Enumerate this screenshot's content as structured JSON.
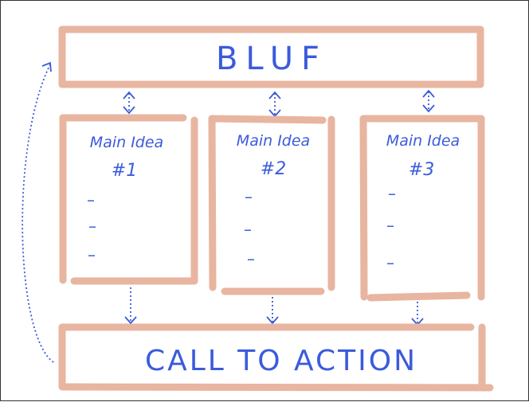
{
  "colors": {
    "box_stroke": "#e8b5a0",
    "ink": "#3b5bdb"
  },
  "header": {
    "title": "BLUF"
  },
  "columns": [
    {
      "label_line1": "Main Idea",
      "label_line2": "#1",
      "bullets": [
        "–",
        "–",
        "–"
      ]
    },
    {
      "label_line1": "Main Idea",
      "label_line2": "#2",
      "bullets": [
        "–",
        "–",
        "–"
      ]
    },
    {
      "label_line1": "Main Idea",
      "label_line2": "#3",
      "bullets": [
        "–",
        "–",
        "–"
      ]
    }
  ],
  "footer": {
    "title": "CALL TO ACTION"
  }
}
